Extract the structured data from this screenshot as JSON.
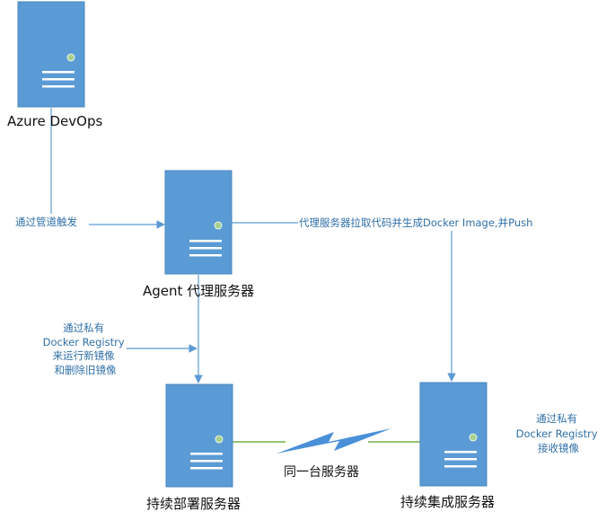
{
  "colors": {
    "server_fill": "#5b9bd5",
    "server_stroke": "#4a86be",
    "indicator": "#a9d18e",
    "arrow": "#5b9bd5",
    "link": "#70ad47",
    "lightning": "#4a90d9",
    "label_text": "#111111",
    "edge_text": "#2f6fa7"
  },
  "nodes": {
    "azure": {
      "label": "Azure DevOps",
      "icon": "server-icon"
    },
    "agent": {
      "label": "Agent 代理服务器",
      "icon": "server-icon"
    },
    "deploy": {
      "label": "持续部署服务器",
      "icon": "server-icon"
    },
    "ci": {
      "label": "持续集成服务器",
      "icon": "server-icon"
    }
  },
  "edges": {
    "pipeline_trigger": {
      "label": "通过管道触发"
    },
    "pull_build_push": {
      "label": "代理服务器拉取代码并生成Docker Image,并Push"
    },
    "private_registry_run": {
      "lines": [
        "通过私有",
        "Docker Registry",
        "来运行新镜像",
        "和删除旧镜像"
      ]
    },
    "same_server": {
      "label": "同一台服务器",
      "icon": "lightning-icon"
    }
  },
  "notes": {
    "ci_receive": {
      "lines": [
        "通过私有",
        "Docker Registry",
        "接收镜像"
      ]
    }
  }
}
